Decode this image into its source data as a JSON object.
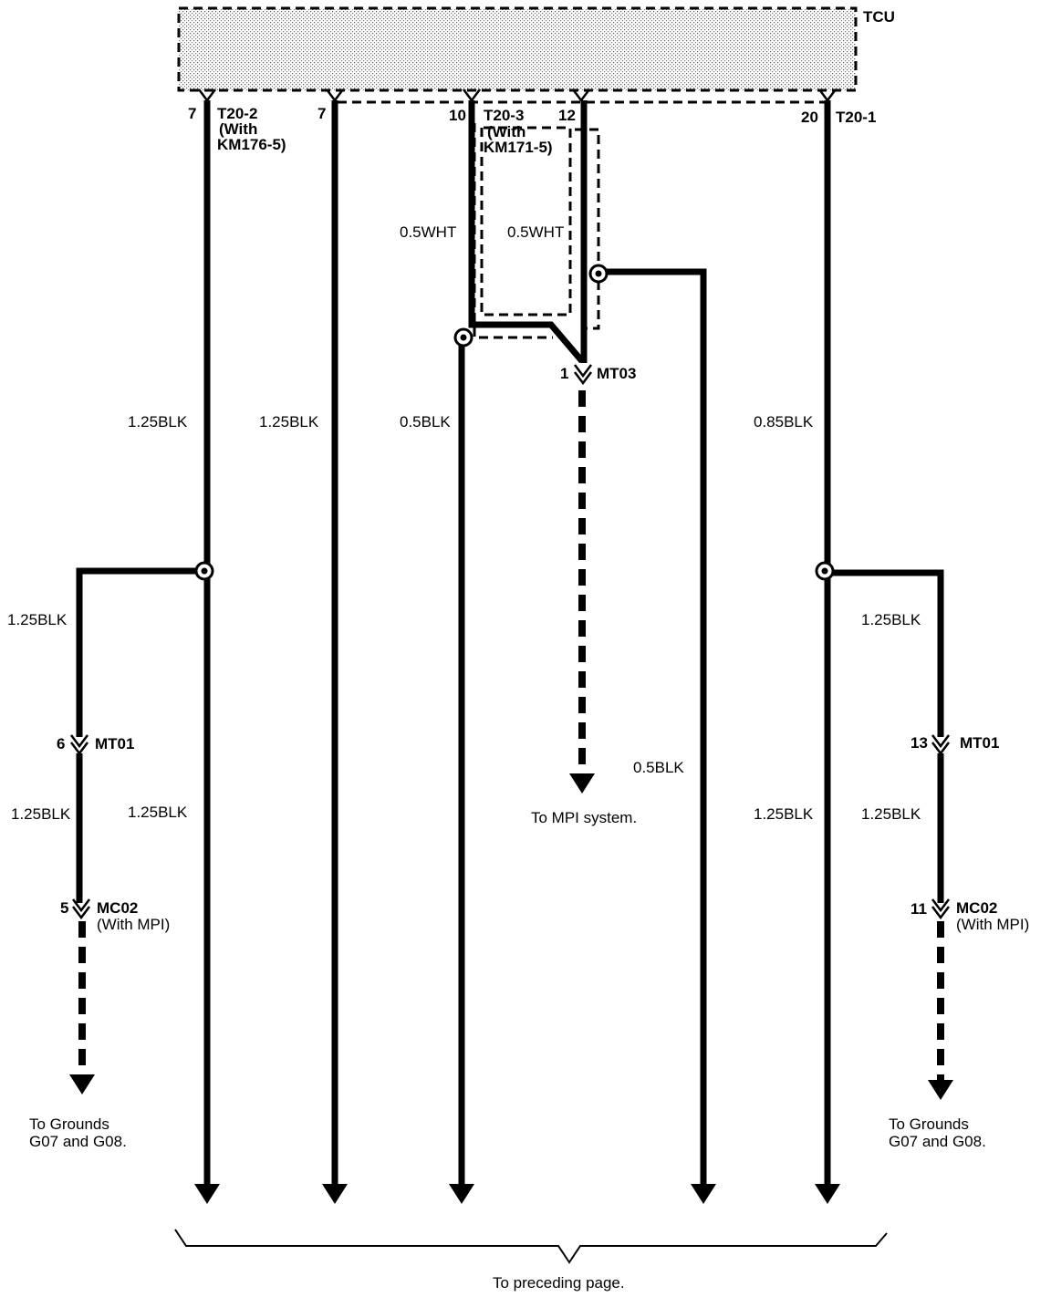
{
  "tcu": {
    "label": "TCU"
  },
  "connectors": {
    "t20_2": {
      "pin": "7",
      "name": "T20-2",
      "note_line1": "(With",
      "note_line2": "KM176-5)"
    },
    "t20_2_pin7b": {
      "pin": "7"
    },
    "t20_3": {
      "pin": "10",
      "name": "T20-3",
      "note_line1": "(With",
      "note_line2": "KM171-5)"
    },
    "t20_3_pin12": {
      "pin": "12"
    },
    "t20_1": {
      "pin": "20",
      "name": "T20-1"
    },
    "mt03": {
      "pin": "1",
      "name": "MT03"
    },
    "mt01_left": {
      "pin": "6",
      "name": "MT01"
    },
    "mt01_right": {
      "pin": "13",
      "name": "MT01"
    },
    "mc02_left": {
      "pin": "5",
      "name": "MC02",
      "note": "(With MPI)"
    },
    "mc02_right": {
      "pin": "11",
      "name": "MC02",
      "note": "(With MPI)"
    }
  },
  "wire_labels": {
    "w1_top": "1.25BLK",
    "w2_top": "1.25BLK",
    "w3_wht": "0.5WHT",
    "w3_blk": "0.5BLK",
    "w4_wht": "0.5WHT",
    "w5_top": "0.85BLK",
    "w1_branch": "1.25BLK",
    "w1_branch_lower": "1.25BLK",
    "w1_bottom": "1.25BLK",
    "w4_branch": "0.5BLK",
    "w5_branch": "1.25BLK",
    "w5_branch_lower": "1.25BLK",
    "w5_bottom": "1.25BLK"
  },
  "destinations": {
    "mpi": "To MPI system.",
    "grounds_left_line1": "To Grounds",
    "grounds_left_line2": "G07 and G08.",
    "grounds_right_line1": "To Grounds",
    "grounds_right_line2": "G07 and G08.",
    "preceding": "To preceding page."
  }
}
